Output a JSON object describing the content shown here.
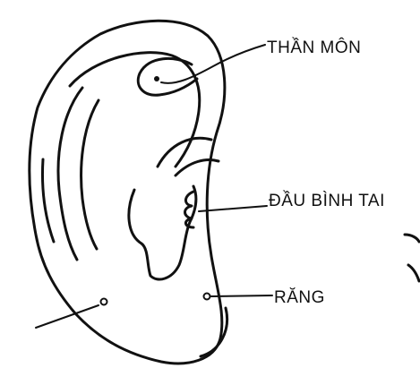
{
  "labels": {
    "than_mon": "THẦN MÔN",
    "dau_binh_tai": "ĐẦU BÌNH TAI",
    "rang": "RĂNG"
  }
}
